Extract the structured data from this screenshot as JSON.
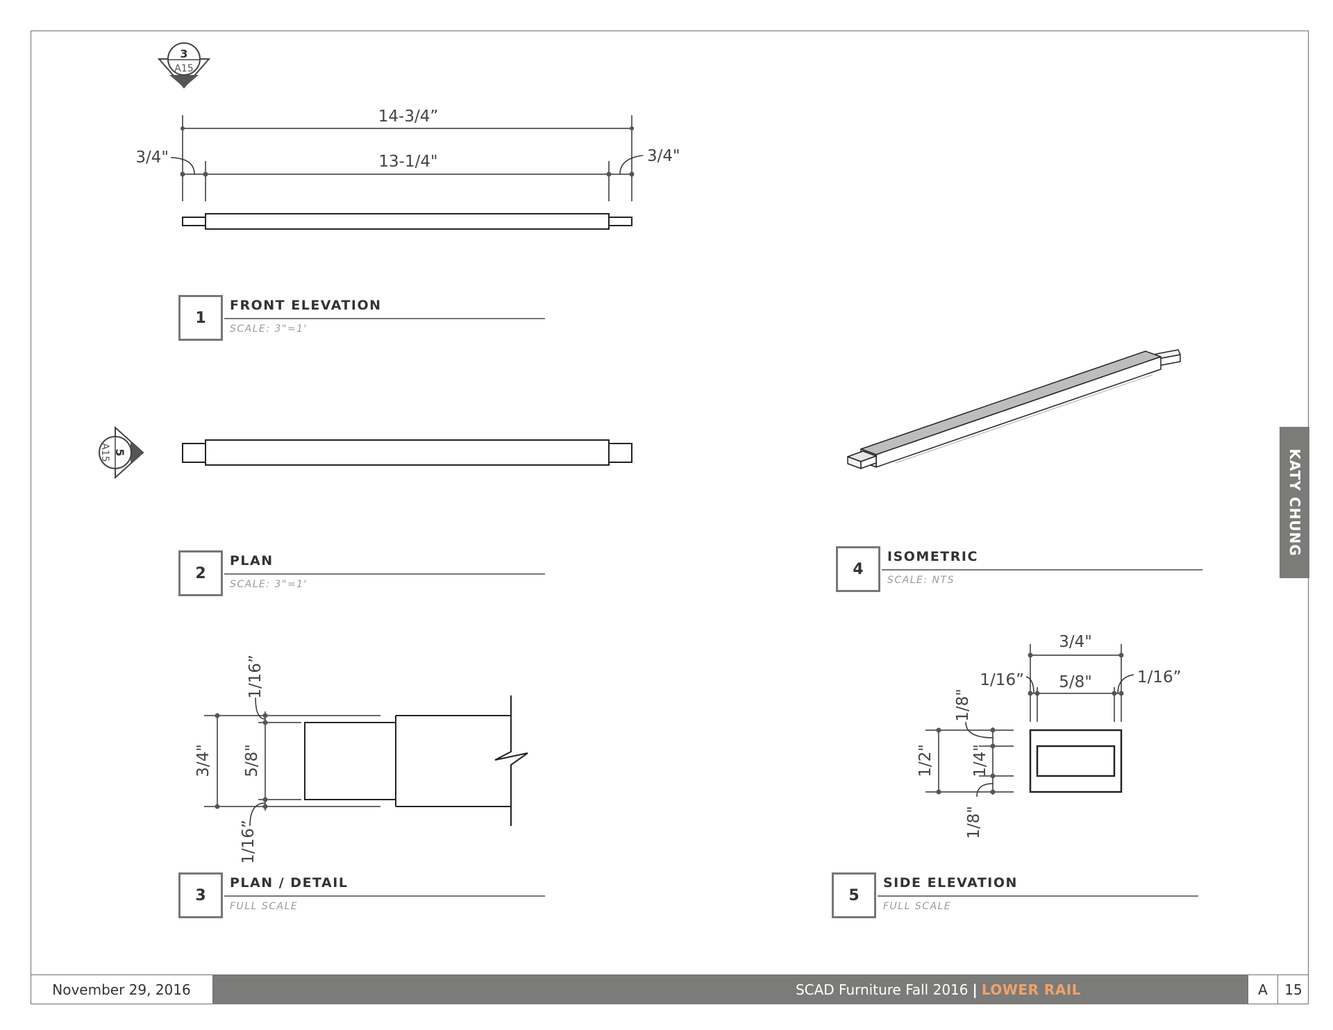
{
  "sheet": {
    "date": "November 29, 2016",
    "project": "SCAD Furniture Fall 2016",
    "title": "LOWER RAIL",
    "sheet_letter": "A",
    "sheet_number": "15",
    "author": "KATY CHUNG"
  },
  "colors": {
    "line": "#2a2a2a",
    "frame": "#6f6f6f",
    "bar": "#7b7b79",
    "accent": "#f0a26b",
    "text": "#333333"
  },
  "views": [
    {
      "number": "1",
      "name": "FRONT ELEVATION",
      "scale": "SCALE: 3\"=1'"
    },
    {
      "number": "2",
      "name": "PLAN",
      "scale": "SCALE: 3\"=1'"
    },
    {
      "number": "3",
      "name": "PLAN / DETAIL",
      "scale": "FULL SCALE"
    },
    {
      "number": "4",
      "name": "ISOMETRIC",
      "scale": "SCALE: NTS"
    },
    {
      "number": "5",
      "name": "SIDE ELEVATION",
      "scale": "FULL SCALE"
    }
  ],
  "section_tags": [
    {
      "number": "3",
      "sheet": "A15"
    },
    {
      "number": "5",
      "sheet": "A15"
    }
  ],
  "dimensions": {
    "front": {
      "overall": "14-3/4”",
      "shoulder": "13-1/4\"",
      "tenon_left": "3/4\"",
      "tenon_right": "3/4\""
    },
    "detail": {
      "overall": "3/4\"",
      "tenon": "5/8\"",
      "shoulder_top": "1/16”",
      "shoulder_bottom": "1/16”"
    },
    "side": {
      "width_overall": "3/4\"",
      "width_tenon": "5/8\"",
      "left_offset": "1/16”",
      "right_offset": "1/16”",
      "height_overall": "1/2\"",
      "height_tenon": "1/4\"",
      "top_offset": "1/8\"",
      "bottom_offset": "1/8\""
    }
  }
}
